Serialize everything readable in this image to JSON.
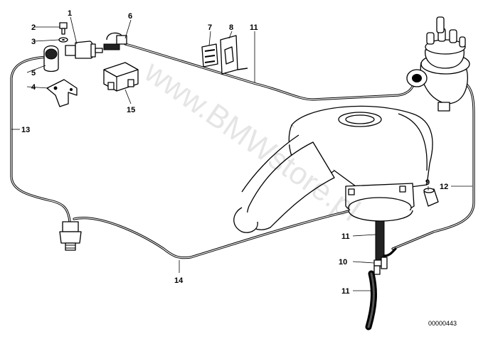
{
  "diagram": {
    "callouts": [
      {
        "id": "c1",
        "label": "1"
      },
      {
        "id": "c2",
        "label": "2"
      },
      {
        "id": "c3",
        "label": "3"
      },
      {
        "id": "c4",
        "label": "4"
      },
      {
        "id": "c5",
        "label": "5"
      },
      {
        "id": "c6",
        "label": "6"
      },
      {
        "id": "c7",
        "label": "7"
      },
      {
        "id": "c8",
        "label": "8"
      },
      {
        "id": "c9",
        "label": "9"
      },
      {
        "id": "c10",
        "label": "10"
      },
      {
        "id": "c11a",
        "label": "11"
      },
      {
        "id": "c11b",
        "label": "11"
      },
      {
        "id": "c11c",
        "label": "11"
      },
      {
        "id": "c12",
        "label": "12"
      },
      {
        "id": "c13",
        "label": "13"
      },
      {
        "id": "c14",
        "label": "14"
      },
      {
        "id": "c15",
        "label": "15"
      }
    ],
    "watermark": "www.BMWstore.pl",
    "diagram_code": "00000443"
  }
}
